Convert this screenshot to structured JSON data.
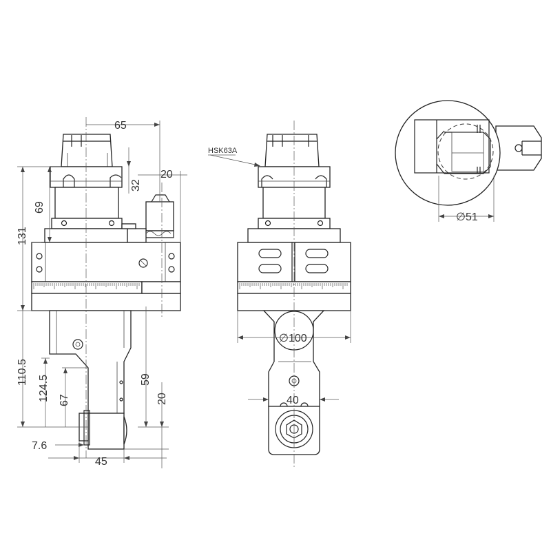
{
  "views": {
    "side_view": {
      "dimensions": [
        "65",
        "20",
        "32",
        "69",
        "131",
        "110.5",
        "124.5",
        "67",
        "59",
        "20",
        "7.6",
        "45"
      ]
    },
    "front_view": {
      "label": "HSK63A",
      "dimensions": [
        "∅100",
        "40"
      ]
    },
    "top_view": {
      "dimensions": [
        "∅51"
      ]
    }
  },
  "colors": {
    "line": "#222222",
    "dimension": "#555555",
    "background": "#ffffff"
  }
}
